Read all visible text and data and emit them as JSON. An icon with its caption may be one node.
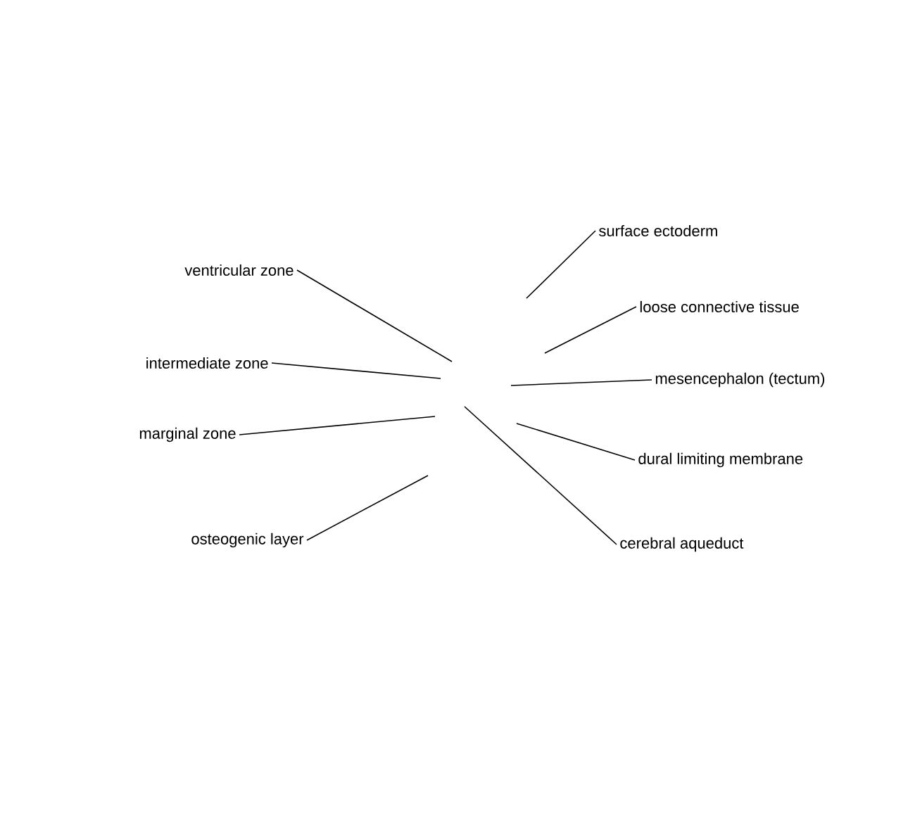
{
  "diagram": {
    "nodes": [
      {
        "text": [
          "ventricular zone"
        ]
      },
      {
        "text": [
          "intermediate zone"
        ]
      },
      {
        "text": [
          "marginal zone"
        ]
      },
      {
        "text": [
          "osteogenic layer"
        ]
      },
      {
        "text": [
          "surface ectoderm"
        ]
      },
      {
        "text": [
          "loose connective tissue"
        ]
      },
      {
        "text": [
          "mesencephalon (tectum)"
        ]
      },
      {
        "text": [
          "dural limiting membrane"
        ]
      },
      {
        "text": [
          "cerebral aqueduct"
        ]
      }
    ],
    "edges": [
      {
        "from": 0,
        "to": null,
        "arrow": "none"
      },
      {
        "from": 1,
        "to": null,
        "arrow": "none"
      },
      {
        "from": 2,
        "to": null,
        "arrow": "none"
      },
      {
        "from": 3,
        "to": null,
        "arrow": "none"
      },
      {
        "from": 4,
        "to": null,
        "arrow": "none"
      },
      {
        "from": 5,
        "to": null,
        "arrow": "none"
      },
      {
        "from": 6,
        "to": null,
        "arrow": "none"
      },
      {
        "from": 7,
        "to": null,
        "arrow": "none"
      },
      {
        "from": 8,
        "to": null,
        "arrow": "none"
      }
    ]
  }
}
